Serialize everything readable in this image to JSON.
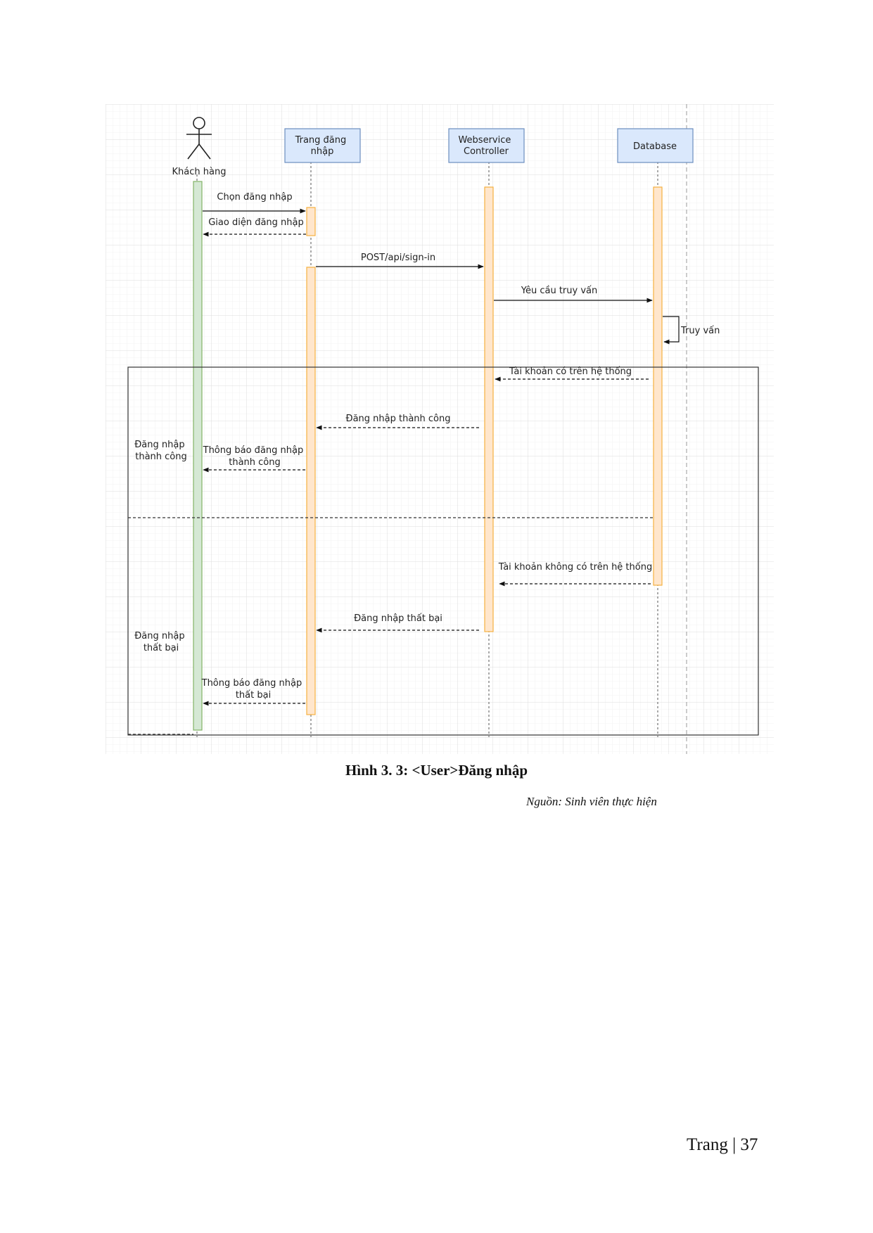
{
  "diagram": {
    "participants": [
      {
        "id": "customer",
        "label": "Khách hàng",
        "kind": "actor"
      },
      {
        "id": "login_page",
        "label": "Trang đăng nhập",
        "kind": "box"
      },
      {
        "id": "controller",
        "label": "Webservice Controller",
        "kind": "box"
      },
      {
        "id": "database",
        "label": "Database",
        "kind": "box"
      }
    ],
    "messages": [
      {
        "label": "Chọn đăng nhập",
        "from": "customer",
        "to": "login_page",
        "style": "solid"
      },
      {
        "label": "Giao diện đăng nhập",
        "from": "login_page",
        "to": "customer",
        "style": "dashed"
      },
      {
        "label": "POST/api/sign-in",
        "from": "login_page",
        "to": "controller",
        "style": "solid"
      },
      {
        "label": "Yêu cầu truy vấn",
        "from": "controller",
        "to": "database",
        "style": "solid"
      },
      {
        "label": "Truy vấn",
        "from": "database",
        "to": "database",
        "style": "self"
      },
      {
        "label": "Tài khoản có trên hệ thống",
        "from": "database",
        "to": "controller",
        "style": "dashed"
      },
      {
        "label": "Đăng nhập thành công",
        "from": "controller",
        "to": "login_page",
        "style": "dashed"
      },
      {
        "label": "Thông báo đăng nhập thành công",
        "from": "login_page",
        "to": "customer",
        "style": "dashed"
      },
      {
        "label": "Tài khoản không có trên hệ thống",
        "from": "database",
        "to": "controller",
        "style": "dashed"
      },
      {
        "label": "Đăng nhập thất bại",
        "from": "controller",
        "to": "login_page",
        "style": "dashed"
      },
      {
        "label": "Thông báo đăng nhập thất bại",
        "from": "login_page",
        "to": "customer",
        "style": "dashed"
      }
    ],
    "fragment": {
      "guards": [
        "Đăng nhập thành công",
        "Đăng nhập thất bại"
      ]
    }
  },
  "caption": "Hình 3. 3: <User>Đăng nhập",
  "source": "Nguồn: Sinh viên thực hiện",
  "footer": "Trang | 37"
}
